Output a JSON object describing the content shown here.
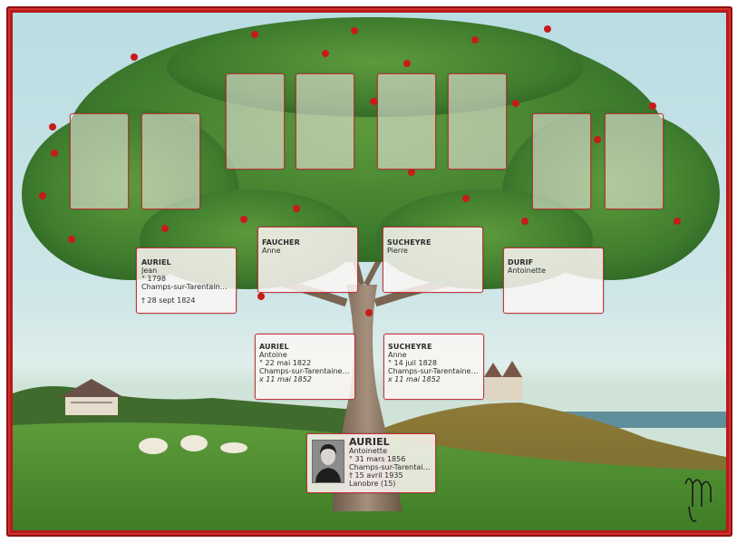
{
  "colors": {
    "frame": "#b81a1c",
    "card_border": "#c8333a",
    "card_fill": "#faf6f3",
    "foliage": "#3d7a2d",
    "apple": "#c91a1a",
    "grass": "#4f8f33"
  },
  "icons": {
    "root_photo": "portrait-photo-icon",
    "signature": "artist-signature-icon"
  },
  "root": {
    "surname": "AURIEL",
    "given": "Antoinette",
    "birth": "° 31 mars 1856",
    "birth_place": "Champs-sur-Tarentain...",
    "death": "† 15 avril 1935",
    "death_place": "Lanobre (15)"
  },
  "parents": {
    "father": {
      "surname": "AURIEL",
      "given": "Antoine",
      "birth": "° 22 mai 1822",
      "birth_place": "Champs-sur-Tarentaine-...",
      "marriage": "x 11 mai 1852"
    },
    "mother": {
      "surname": "SUCHEYRE",
      "given": "Anne",
      "birth": "° 14 juil 1828",
      "birth_place": "Champs-sur-Tarentaine-...",
      "marriage": "x 11 mai 1852"
    }
  },
  "grandparents": {
    "paternal_grandfather": {
      "surname": "AURIEL",
      "given": "Jean",
      "birth": "° 1798",
      "birth_place": "Champs-sur-Tarentaine-...",
      "death": "† 28 sept 1824"
    },
    "paternal_grandmother": {
      "surname": "FAUCHER",
      "given": "Anne"
    },
    "maternal_grandfather": {
      "surname": "SUCHEYRE",
      "given": "Pierre"
    },
    "maternal_grandmother": {
      "surname": "DURIF",
      "given": "Antoinette"
    }
  },
  "great_grandparents": [
    {
      "slot": 1,
      "name": ""
    },
    {
      "slot": 2,
      "name": ""
    },
    {
      "slot": 3,
      "name": ""
    },
    {
      "slot": 4,
      "name": ""
    },
    {
      "slot": 5,
      "name": ""
    },
    {
      "slot": 6,
      "name": ""
    },
    {
      "slot": 7,
      "name": ""
    },
    {
      "slot": 8,
      "name": ""
    }
  ]
}
